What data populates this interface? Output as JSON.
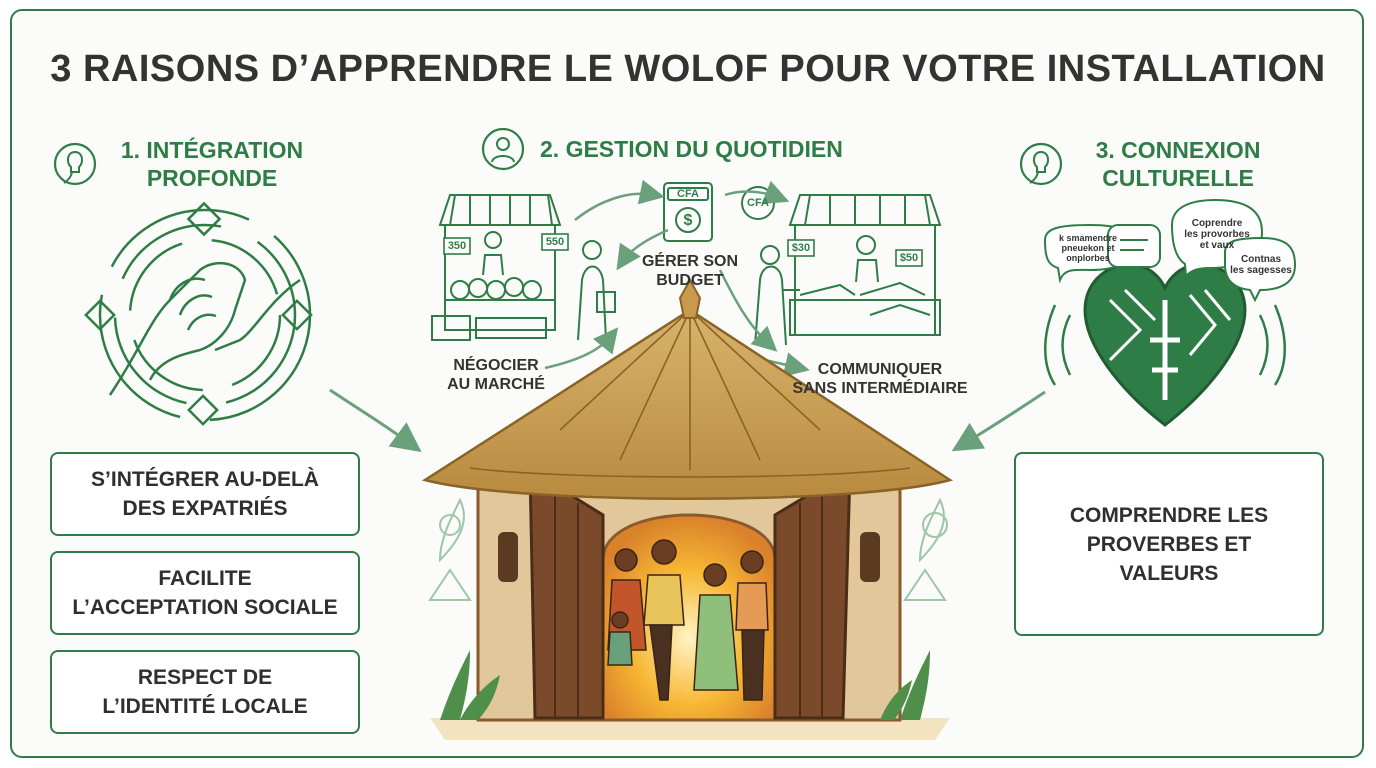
{
  "title": "3 RAISONS D’APPRENDRE LE WOLOF POUR VOTRE INSTALLATION",
  "sections": [
    {
      "heading": "1. INTÉGRATION\nPROFONDE",
      "icon": "lightbulb-icon",
      "points": [
        "S’INTÉGRER AU-DELÀ\nDES EXPATRIÉS",
        "FACILITE\nL’ACCEPTATION SOCIALE",
        "RESPECT DE\nL’IDENTITÉ LOCALE"
      ]
    },
    {
      "heading": "2. GESTION DU QUOTIDIEN",
      "icon": "person-icon",
      "labels": {
        "market": "NÉGOCIER\nAU MARCHÉ",
        "budget": "GÉRER SON\nBUDGET",
        "communicate": "COMMUNIQUER\nSANS INTERMÉDIAIRE"
      },
      "currency": "CFA",
      "price_tags": [
        "350",
        "550",
        "$30",
        "$50"
      ]
    },
    {
      "heading": "3. CONNEXION\nCULTURELLE",
      "icon": "lightbulb-icon",
      "bubbles": [
        "k smamendre\npneuekon et\nonplorbes",
        "Coprendre\nles provorbes\net vaux",
        "Contnas\nles sagesses"
      ],
      "points": [
        "COMPRENDRE LES\nPROVERBES ET\nVALEURS"
      ]
    }
  ],
  "colors": {
    "primary": "#2f7d46",
    "text": "#2f2f2f",
    "thatch": "#c79a4e",
    "wall": "#e2c79a",
    "door": "#7a4a2a",
    "glow": "#f7b733"
  }
}
